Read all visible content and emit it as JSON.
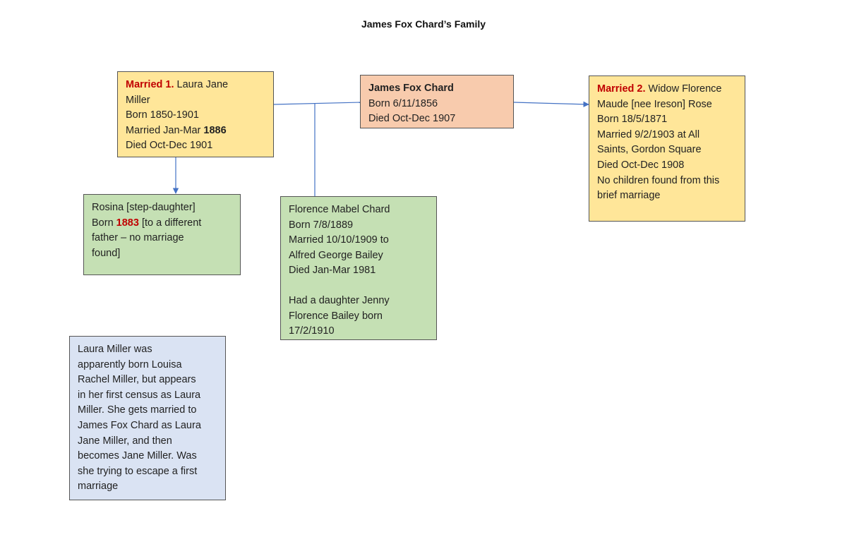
{
  "title": "James Fox Chard’s Family",
  "colors": {
    "spouse_box": "#ffe699",
    "main_box": "#f8cbad",
    "child_box": "#c5e0b4",
    "note_box": "#dae3f3",
    "highlight_red": "#c00000",
    "connector": "#4472c4"
  },
  "james": {
    "name": "James Fox Chard",
    "born": "Born 6/11/1856",
    "died": "Died Oct-Dec 1907"
  },
  "wife1": {
    "label": "Married 1.",
    "name_a": " Laura Jane",
    "name_b": "Miller",
    "born": "Born 1850-1901",
    "married_prefix": "Married Jan-Mar ",
    "married_year": "1886",
    "died": "Died Oct-Dec 1901"
  },
  "wife2": {
    "label": "Married 2.",
    "line1": " Widow Florence",
    "line2": "Maude [nee Ireson] Rose",
    "line3": "Born 18/5/1871",
    "line4": "Married 9/2/1903 at All",
    "line5": "Saints, Gordon Square",
    "line6": "Died Oct-Dec 1908",
    "line7": "No children found from this",
    "line8": "brief marriage"
  },
  "rosina": {
    "line1": "Rosina [step-daughter]",
    "born_prefix": "Born ",
    "born_year": "1883",
    "born_suffix": " [to a different",
    "line3": "father – no marriage",
    "line4": "found]"
  },
  "florence": {
    "line1": "Florence Mabel Chard",
    "line2": "Born 7/8/1889",
    "line3": "Married 10/10/1909 to",
    "line4": "Alfred George Bailey",
    "line5": "Died Jan-Mar 1981",
    "line6": "Had a daughter Jenny",
    "line7": "Florence Bailey born",
    "line8": "17/2/1910"
  },
  "note": {
    "line1": "Laura Miller was",
    "line2": "apparently born Louisa",
    "line3": "Rachel Miller, but appears",
    "line4": "in her first census as Laura",
    "line5": "Miller. She gets married to",
    "line6": "James Fox Chard as Laura",
    "line7": "Jane Miller, and then",
    "line8": "becomes Jane Miller.  Was",
    "line9": "she trying to escape a first",
    "line10": "marriage"
  }
}
